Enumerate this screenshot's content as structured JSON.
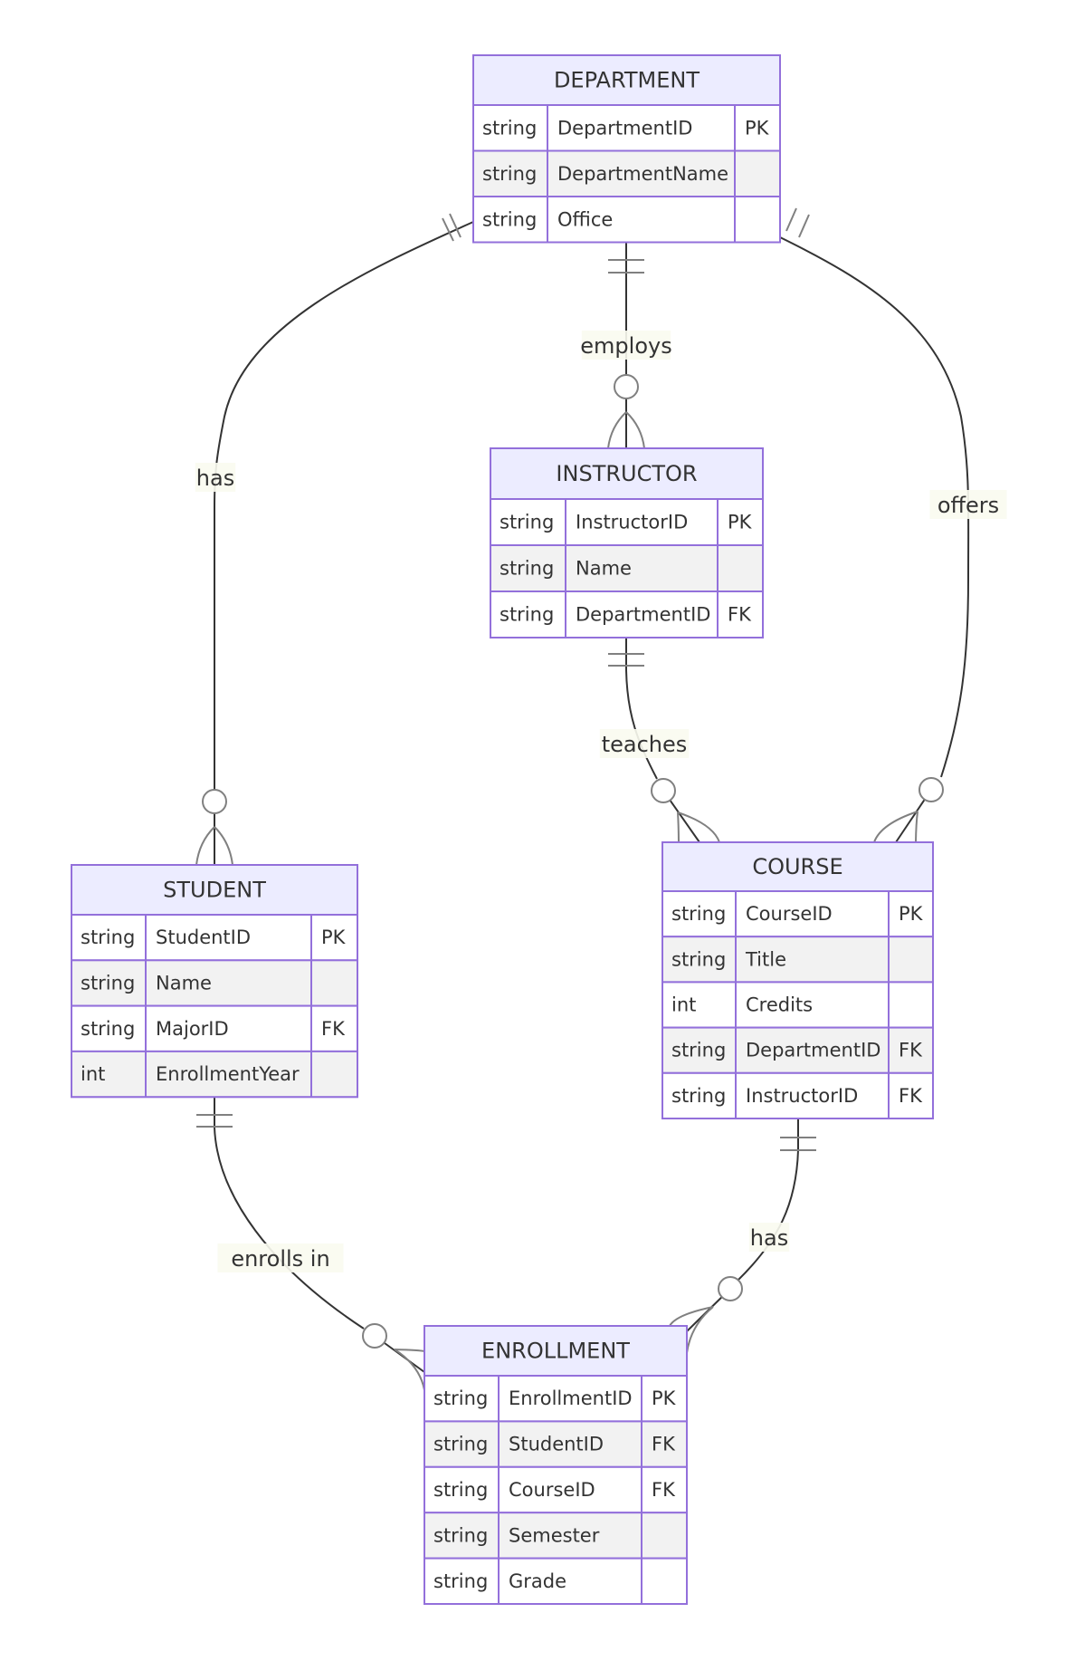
{
  "diagram": {
    "type": "entity-relationship",
    "colors": {
      "entity_border": "#9370DB",
      "entity_header_fill": "#ECECFF",
      "row_alt_fill": "#F2F2F2",
      "line": "#333333",
      "marker": "#808080",
      "text": "#333333"
    },
    "entities": [
      {
        "id": "DEPARTMENT",
        "name": "DEPARTMENT",
        "attributes": [
          {
            "type": "string",
            "name": "DepartmentID",
            "key": "PK"
          },
          {
            "type": "string",
            "name": "DepartmentName",
            "key": ""
          },
          {
            "type": "string",
            "name": "Office",
            "key": ""
          }
        ]
      },
      {
        "id": "INSTRUCTOR",
        "name": "INSTRUCTOR",
        "attributes": [
          {
            "type": "string",
            "name": "InstructorID",
            "key": "PK"
          },
          {
            "type": "string",
            "name": "Name",
            "key": ""
          },
          {
            "type": "string",
            "name": "DepartmentID",
            "key": "FK"
          }
        ]
      },
      {
        "id": "STUDENT",
        "name": "STUDENT",
        "attributes": [
          {
            "type": "string",
            "name": "StudentID",
            "key": "PK"
          },
          {
            "type": "string",
            "name": "Name",
            "key": ""
          },
          {
            "type": "string",
            "name": "MajorID",
            "key": "FK"
          },
          {
            "type": "int",
            "name": "EnrollmentYear",
            "key": ""
          }
        ]
      },
      {
        "id": "COURSE",
        "name": "COURSE",
        "attributes": [
          {
            "type": "string",
            "name": "CourseID",
            "key": "PK"
          },
          {
            "type": "string",
            "name": "Title",
            "key": ""
          },
          {
            "type": "int",
            "name": "Credits",
            "key": ""
          },
          {
            "type": "string",
            "name": "DepartmentID",
            "key": "FK"
          },
          {
            "type": "string",
            "name": "InstructorID",
            "key": "FK"
          }
        ]
      },
      {
        "id": "ENROLLMENT",
        "name": "ENROLLMENT",
        "attributes": [
          {
            "type": "string",
            "name": "EnrollmentID",
            "key": "PK"
          },
          {
            "type": "string",
            "name": "StudentID",
            "key": "FK"
          },
          {
            "type": "string",
            "name": "CourseID",
            "key": "FK"
          },
          {
            "type": "string",
            "name": "Semester",
            "key": ""
          },
          {
            "type": "string",
            "name": "Grade",
            "key": ""
          }
        ]
      }
    ],
    "relationships": [
      {
        "id": "dept-student",
        "from": "DEPARTMENT",
        "to": "STUDENT",
        "label": "has",
        "from_cardinality": "exactly-one",
        "to_cardinality": "zero-or-more"
      },
      {
        "id": "dept-instructor",
        "from": "DEPARTMENT",
        "to": "INSTRUCTOR",
        "label": "employs",
        "from_cardinality": "exactly-one",
        "to_cardinality": "zero-or-more"
      },
      {
        "id": "dept-course",
        "from": "DEPARTMENT",
        "to": "COURSE",
        "label": "offers",
        "from_cardinality": "exactly-one",
        "to_cardinality": "zero-or-more"
      },
      {
        "id": "instructor-course",
        "from": "INSTRUCTOR",
        "to": "COURSE",
        "label": "teaches",
        "from_cardinality": "exactly-one",
        "to_cardinality": "zero-or-more"
      },
      {
        "id": "student-enrollment",
        "from": "STUDENT",
        "to": "ENROLLMENT",
        "label": "enrolls in",
        "from_cardinality": "exactly-one",
        "to_cardinality": "zero-or-more"
      },
      {
        "id": "course-enrollment",
        "from": "COURSE",
        "to": "ENROLLMENT",
        "label": "has",
        "from_cardinality": "exactly-one",
        "to_cardinality": "zero-or-more"
      }
    ]
  }
}
